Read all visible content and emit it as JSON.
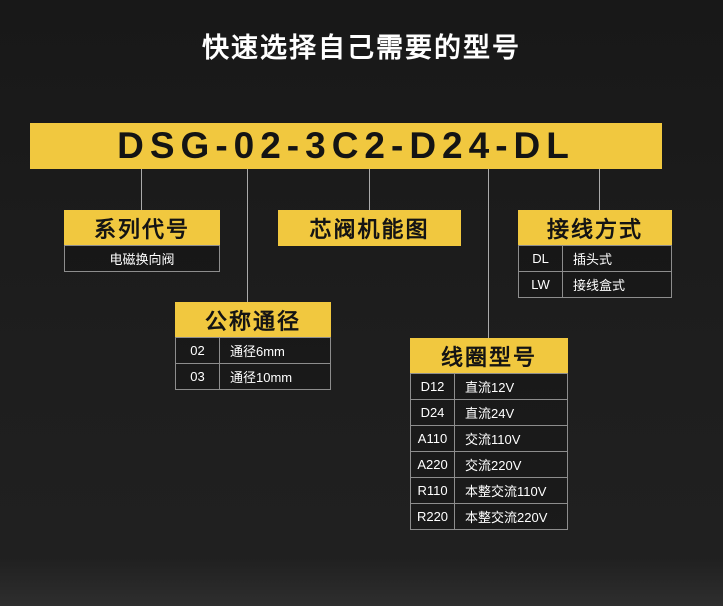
{
  "page": {
    "title": "快速选择自己需要的型号",
    "model_number": "DSG-02-3C2-D24-DL",
    "colors": {
      "background": "#1e1e1e",
      "accent_yellow": "#f1c83f",
      "text_white": "#ffffff",
      "text_black": "#141414",
      "border_gray": "#8d8d8d",
      "connector_gray": "#aaaaaa"
    }
  },
  "groups": [
    {
      "id": "series",
      "title": "系列代号",
      "rows": [
        {
          "code": "",
          "label": "电磁换向阀"
        }
      ]
    },
    {
      "id": "diameter",
      "title": "公称通径",
      "rows": [
        {
          "code": "02",
          "label": "通径6mm"
        },
        {
          "code": "03",
          "label": "通径10mm"
        }
      ]
    },
    {
      "id": "function",
      "title": "芯阀机能图",
      "rows": []
    },
    {
      "id": "coil",
      "title": "线圈型号",
      "rows": [
        {
          "code": "D12",
          "label": "直流12V"
        },
        {
          "code": "D24",
          "label": "直流24V"
        },
        {
          "code": "A110",
          "label": "交流110V"
        },
        {
          "code": "A220",
          "label": "交流220V"
        },
        {
          "code": "R110",
          "label": "本整交流110V"
        },
        {
          "code": "R220",
          "label": "本整交流220V"
        }
      ]
    },
    {
      "id": "wiring",
      "title": "接线方式",
      "rows": [
        {
          "code": "DL",
          "label": "插头式"
        },
        {
          "code": "LW",
          "label": "接线盒式"
        }
      ]
    }
  ]
}
